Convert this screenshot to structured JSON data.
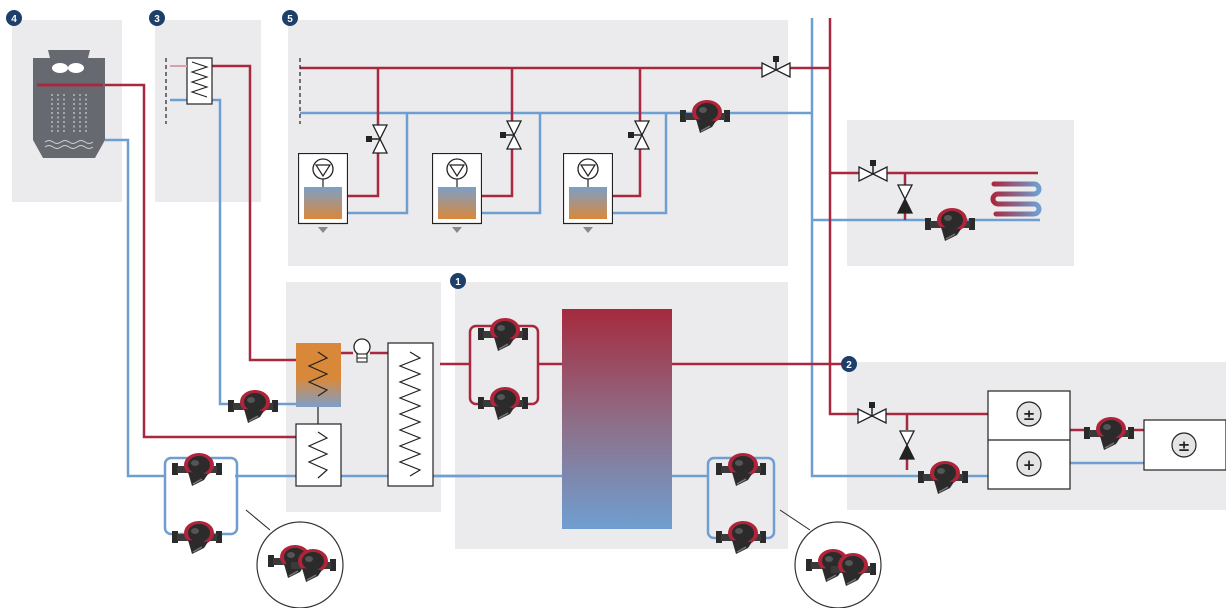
{
  "colors": {
    "hot_pipe": "#a8293f",
    "cold_pipe": "#6f9fd0",
    "zone_bg": "#ebebed",
    "badge": "#1f3f6b",
    "pump_body": "#2b2b2b",
    "pump_ring": "#b0243a",
    "tank_top": "#a52a3e",
    "tank_bottom": "#6f9fd0",
    "hx_orange": "#d9883a"
  },
  "zones": [
    {
      "id": "4",
      "label": "4",
      "content": "cooling-tower"
    },
    {
      "id": "3",
      "label": "3",
      "content": "heat-exchanger"
    },
    {
      "id": "5",
      "label": "5",
      "content": "terminal-units"
    },
    {
      "id": "1",
      "label": "1",
      "content": "buffer-tank"
    },
    {
      "id": "2",
      "label": "2",
      "content": "consumers"
    }
  ],
  "icons": [
    "pump-icon",
    "valve-icon",
    "check-valve-icon",
    "fan-icon",
    "bulb-icon",
    "plus-minus-icon",
    "plus-icon",
    "coil-icon",
    "cooling-tower-icon"
  ],
  "signs": {
    "plus_minus": "±",
    "plus": "+"
  }
}
